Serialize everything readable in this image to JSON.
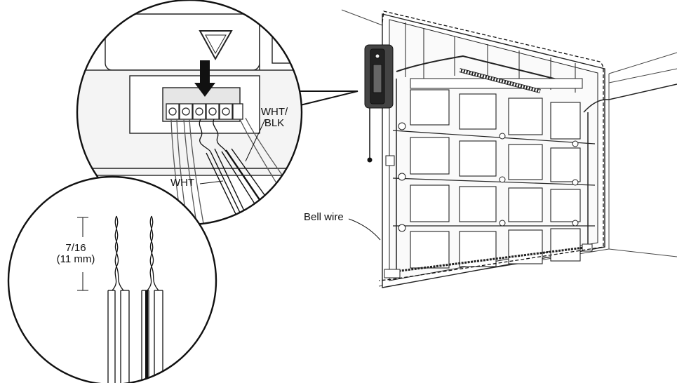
{
  "callouts": {
    "wht_blk_line1": "WHT/",
    "wht_blk_line2": "BLK",
    "wht": "WHT",
    "bell_wire": "Bell wire"
  },
  "strip_dimension": {
    "inches": "7/16",
    "metric": "(11 mm)"
  },
  "icons": {
    "terminal_arrow": "down-arrow-icon",
    "triangle_button": "triangle-icon"
  },
  "colors": {
    "line": "#1a1a1a",
    "fill": "#ffffff",
    "shade": "#d9d9d9"
  }
}
